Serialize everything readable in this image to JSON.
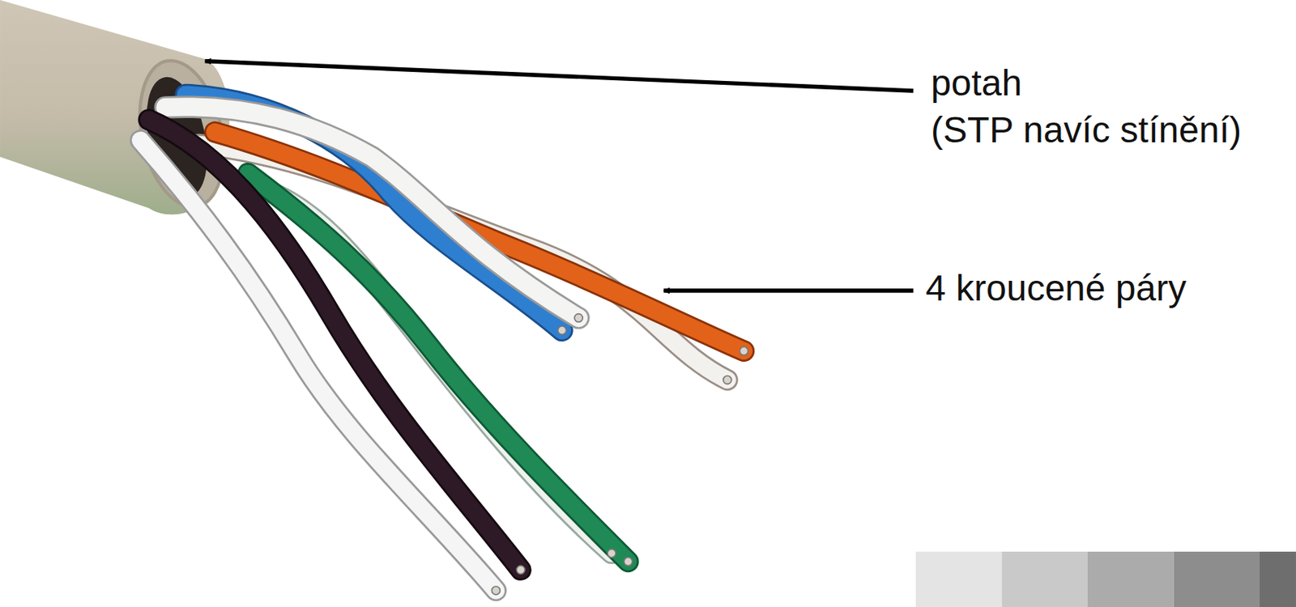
{
  "diagram": {
    "labels": [
      "potah",
      "(STP navíc stínění)",
      "4 kroucené páry"
    ]
  }
}
